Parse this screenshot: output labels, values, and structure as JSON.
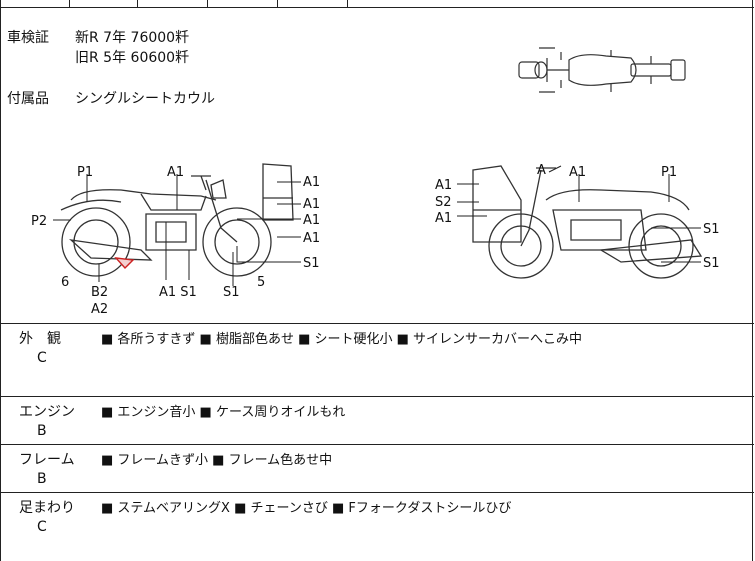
{
  "inspection": {
    "label": "車検証",
    "rows": [
      "新R 7年 76000粁",
      "旧R 5年 60600粁"
    ]
  },
  "accessories": {
    "label": "付属品",
    "value": "シングルシートカウル"
  },
  "diagram": {
    "left_labels": [
      "P1",
      "A1",
      "A1",
      "A1",
      "A1",
      "A1",
      "P2",
      "S1",
      "6",
      "B2",
      "A2",
      "A1 S1",
      "S1",
      "5"
    ],
    "right_labels": [
      "A",
      "A1",
      "P1",
      "A1",
      "S2",
      "A1",
      "S1",
      "S1"
    ]
  },
  "sections": [
    {
      "name": "外　観",
      "grade": "C",
      "items": "■ 各所うすきず ■ 樹脂部色あせ ■ シート硬化小 ■ サイレンサーカバーへこみ中"
    },
    {
      "name": "エンジン",
      "grade": "B",
      "items": "■ エンジン音小 ■ ケース周りオイルもれ"
    },
    {
      "name": "フレーム",
      "grade": "B",
      "items": "■ フレームきず小 ■ フレーム色あせ中"
    },
    {
      "name": "足まわり",
      "grade": "C",
      "items": "■ ステムベアリングX ■ チェーンさび ■ Fフォークダストシールひび"
    }
  ],
  "colors": {
    "line": "#222222",
    "damage_mark": "#cc2222"
  }
}
